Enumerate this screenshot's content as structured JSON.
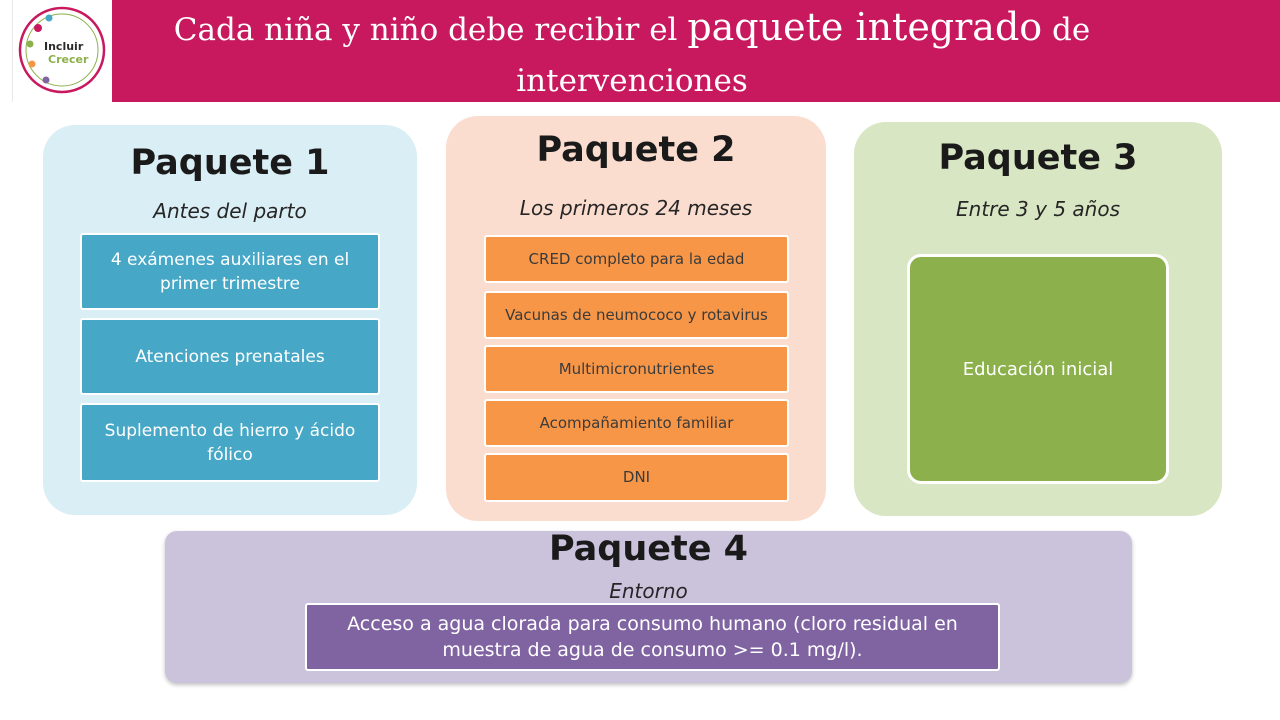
{
  "header": {
    "logo_text_1": "Incluir",
    "logo_text_2": "Crecer",
    "title_part1": "Cada niña y niño debe recibir el ",
    "title_part2": "paquete integrado",
    "title_part3": " de intervenciones"
  },
  "colors": {
    "header": "#c8185e",
    "paquete1": "#46a8c6",
    "paquete2": "#f79646",
    "paquete3": "#8cb04b",
    "paquete4": "#8064a2"
  },
  "paquetes": [
    {
      "title": "Paquete 1",
      "subtitle": "Antes del parto",
      "items": [
        "4 exámenes auxiliares en el primer trimestre",
        "Atenciones prenatales",
        "Suplemento de hierro y ácido fólico"
      ]
    },
    {
      "title": "Paquete 2",
      "subtitle": "Los primeros 24 meses",
      "items": [
        "CRED completo para la edad",
        "Vacunas de neumococo y rotavirus",
        "Multimicronutrientes",
        "Acompañamiento familiar",
        "DNI"
      ]
    },
    {
      "title": "Paquete 3",
      "subtitle": "Entre 3 y 5 años",
      "items": [
        "Educación inicial"
      ]
    },
    {
      "title": "Paquete 4",
      "subtitle": "Entorno",
      "items": [
        "Acceso a agua clorada para consumo humano (cloro residual en muestra de agua de consumo >= 0.1 mg/l)."
      ]
    }
  ]
}
